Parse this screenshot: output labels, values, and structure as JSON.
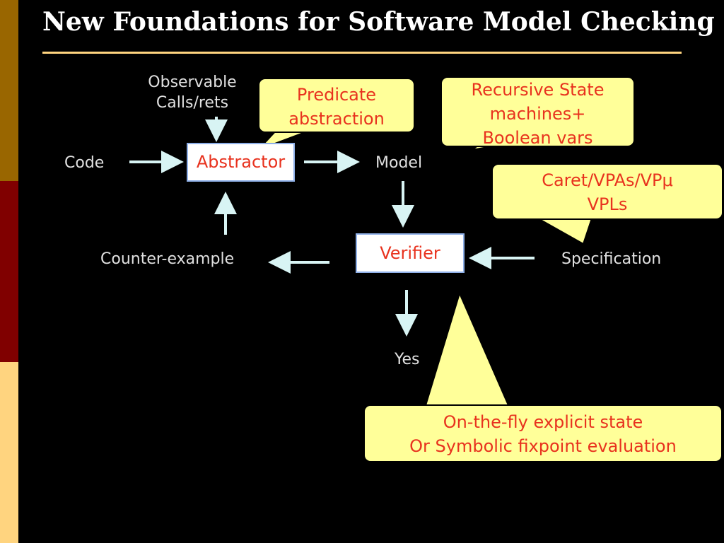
{
  "title": "New Foundations for Software Model Checking",
  "labels": {
    "observable": [
      "Observable",
      "Calls/rets"
    ],
    "code": "Code",
    "model": "Model",
    "counter_example": "Counter-example",
    "specification": "Specification",
    "yes": "Yes"
  },
  "boxes": {
    "abstractor": "Abstractor",
    "verifier": "Verifier"
  },
  "callouts": {
    "predicate": [
      "Predicate",
      "abstraction"
    ],
    "rsm": [
      "Recursive State",
      "machines+",
      "Boolean vars"
    ],
    "caret": [
      "Caret/VPAs/VPμ",
      "VPLs"
    ],
    "onthefly": [
      "On-the-fly explicit state",
      "Or Symbolic fixpoint evaluation"
    ]
  },
  "colors": {
    "background": "#000000",
    "arrow": "#d8f4f4",
    "callout_fill": "#ffff99",
    "callout_text": "#e8321e",
    "box_border": "#8fb0e8",
    "rule": "#FFD47F"
  }
}
